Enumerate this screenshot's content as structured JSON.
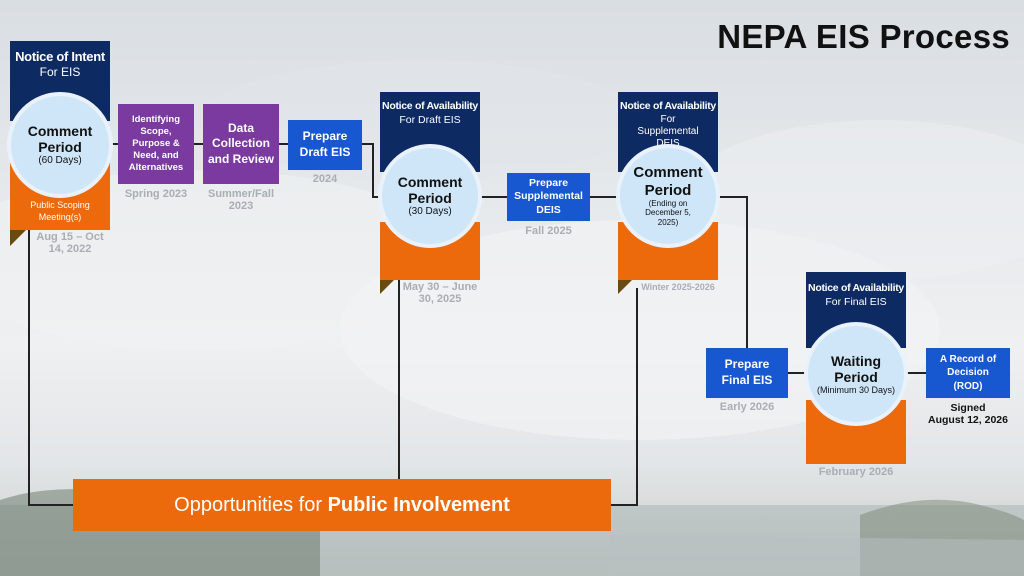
{
  "title": "NEPA EIS Process",
  "colors": {
    "navy": "#0e2a63",
    "orange": "#ec6a0c",
    "purple": "#7a3aa0",
    "blue": "#1757cf",
    "circle": "#cfe6f8"
  },
  "noi": {
    "header_line1": "Notice of Intent",
    "header_line2": "For EIS",
    "circle_main": "Comment Period",
    "circle_sub": "(60 Days)",
    "footer": "Public Scoping Meeting(s)",
    "date": "Aug 15 – Oct 14, 2022"
  },
  "scope": {
    "label": "Identifying Scope, Purpose & Need, and Alternatives",
    "date": "Spring 2023"
  },
  "data_collection": {
    "label": "Data Collection and Review",
    "date": "Summer/Fall 2023"
  },
  "draft": {
    "label": "Prepare Draft EIS",
    "date": "2024"
  },
  "noa_draft": {
    "header_line1": "Notice of Availability",
    "header_line2": "For Draft EIS",
    "circle_main": "Comment Period",
    "circle_sub": "(30 Days)",
    "date": "May 30 – June 30, 2025"
  },
  "supplemental": {
    "label": "Prepare Supplemental DEIS",
    "date": "Fall 2025"
  },
  "noa_supp": {
    "header_line1": "Notice of Availability",
    "header_line2": "For Supplemental DEIS",
    "circle_main": "Comment Period",
    "circle_sub": "(Ending on December 5, 2025)",
    "date": "Winter 2025-2026"
  },
  "final": {
    "label": "Prepare Final EIS",
    "date": "Early 2026"
  },
  "noa_final": {
    "header_line1": "Notice of Availability",
    "header_line2": "For Final EIS",
    "circle_main": "Waiting Period",
    "circle_sub": "(Minimum 30 Days)",
    "date": "February 2026"
  },
  "rod": {
    "label": "A Record of Decision (ROD)",
    "signed": "Signed",
    "signed_date": "August 12, 2026"
  },
  "banner": {
    "text_normal": "Opportunities for ",
    "text_bold": "Public Involvement"
  }
}
